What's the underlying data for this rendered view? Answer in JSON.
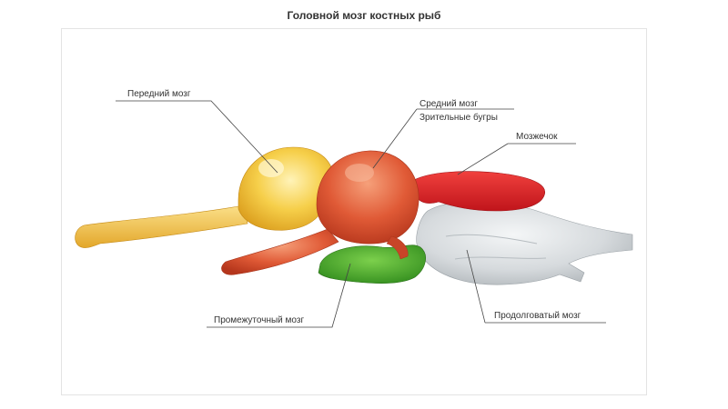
{
  "title": "Головной мозг костных рыб",
  "labels": {
    "forebrain": "Передний мозг",
    "midbrain": "Средний мозг",
    "optic_lobes": "Зрительные бугры",
    "cerebellum": "Мозжечок",
    "diencephalon": "Промежуточный мозг",
    "medulla": "Продолговатый мозг"
  },
  "colors": {
    "forebrain": "#f3c63a",
    "midbrain": "#e2583a",
    "cerebellum": "#e0262a",
    "diencephalon": "#4ca62c",
    "medulla": "#d9dde0"
  }
}
